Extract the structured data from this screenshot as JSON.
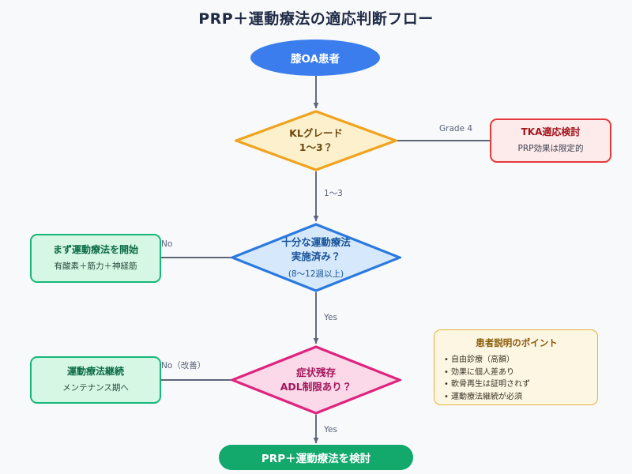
{
  "title": "PRP＋運動療法の適応判断フロー",
  "colors": {
    "background": "#f8f9fb",
    "title_text": "#1f2a44",
    "start_fill": "#3b7ded",
    "decision_kl_fill": "#fdf0cd",
    "decision_kl_stroke": "#f0a31e",
    "decision_exercise_fill": "#d6e8fb",
    "decision_exercise_stroke": "#2b7ae0",
    "decision_symptom_fill": "#fbd9e8",
    "decision_symptom_stroke": "#e0237e",
    "alert_fill": "#fdeaea",
    "alert_stroke": "#e8393b",
    "green_fill": "#d6f7e4",
    "green_stroke": "#16b879",
    "end_fill": "#13a86c",
    "notes_fill": "#fdf6e3",
    "notes_stroke": "#e3b23c",
    "connector": "#5d6579",
    "edge_label_text": "#59637a"
  },
  "nodes": {
    "start": {
      "shape": "ellipse",
      "label": "膝OA患者"
    },
    "decision_kl": {
      "shape": "diamond",
      "line1": "KLグレード",
      "line2": "1〜3？"
    },
    "tka": {
      "shape": "rounded-rect",
      "title": "TKA適応検討",
      "subtitle": "PRP効果は限定的"
    },
    "decision_exercise": {
      "shape": "diamond",
      "line1": "十分な運動療法",
      "line2": "実施済み？",
      "note": "(8〜12週以上)"
    },
    "start_exercise": {
      "shape": "rounded-rect",
      "title": "まず運動療法を開始",
      "subtitle": "有酸素＋筋力＋神経筋"
    },
    "decision_symptom": {
      "shape": "diamond",
      "line1": "症状残存",
      "line2": "ADL制限あり？"
    },
    "continue_exercise": {
      "shape": "rounded-rect",
      "title": "運動療法継続",
      "subtitle": "メンテナンス期へ"
    },
    "end": {
      "shape": "pill",
      "label": "PRP＋運動療法を検討"
    }
  },
  "edge_labels": {
    "grade4": "Grade 4",
    "kl_1to3": "1〜3",
    "exercise_no": "No",
    "exercise_yes": "Yes",
    "symptom_no": "No（改善）",
    "symptom_yes": "Yes"
  },
  "notes": {
    "title": "患者説明のポイント",
    "items": [
      "自由診療（高額）",
      "効果に個人差あり",
      "軟骨再生は証明されず",
      "運動療法継続が必須"
    ]
  }
}
